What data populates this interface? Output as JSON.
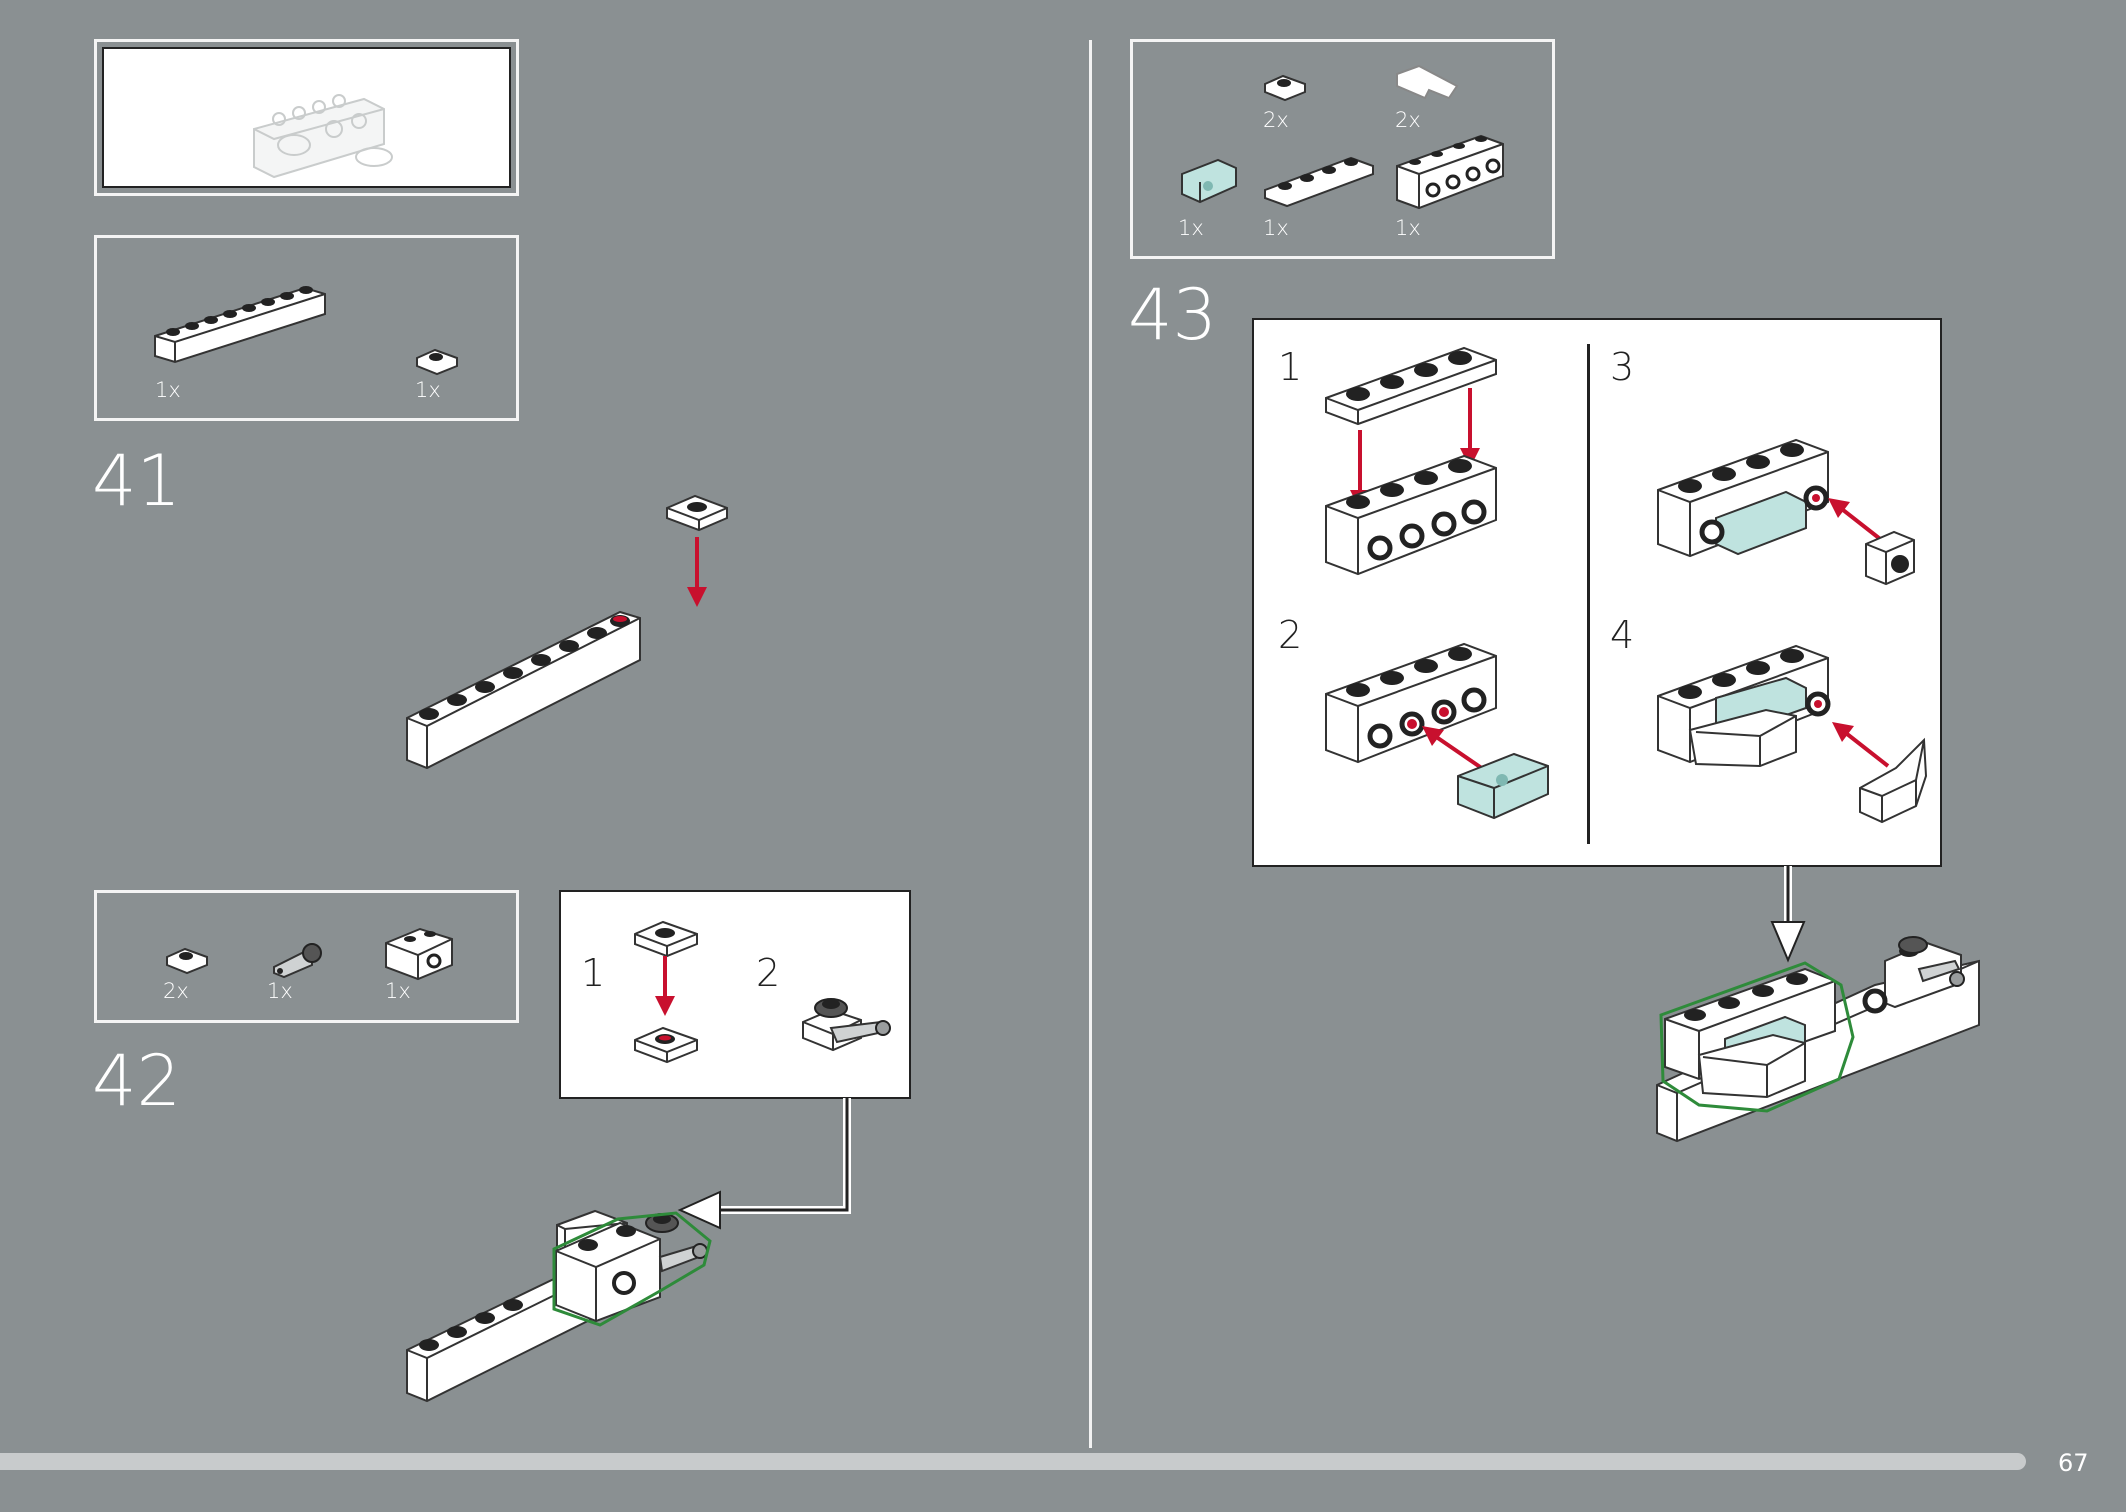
{
  "page": {
    "number": "67"
  },
  "steps": [
    {
      "number": "41",
      "parts": [
        {
          "qty": "1x",
          "icon": "brick-1x8"
        },
        {
          "qty": "1x",
          "icon": "plate-1x1"
        }
      ]
    },
    {
      "number": "42",
      "parts": [
        {
          "qty": "2x",
          "icon": "plate-1x1"
        },
        {
          "qty": "1x",
          "icon": "clip-plate"
        },
        {
          "qty": "1x",
          "icon": "brick-1x2-technic"
        }
      ],
      "substeps": [
        "1",
        "2"
      ]
    },
    {
      "number": "43",
      "parts": [
        {
          "qty": "2x",
          "icon": "plate-1x1"
        },
        {
          "qty": "2x",
          "icon": "slope-wedge"
        },
        {
          "qty": "1x",
          "icon": "trans-bracket"
        },
        {
          "qty": "1x",
          "icon": "plate-1x4"
        },
        {
          "qty": "1x",
          "icon": "brick-1x4-studs-side"
        }
      ],
      "substeps": [
        "1",
        "2",
        "3",
        "4"
      ]
    }
  ],
  "colors": {
    "background": "#8a9092",
    "arrow": "#c8102e",
    "callout_outline": "#2e8b3a",
    "trans_part": "#bfe3df"
  }
}
